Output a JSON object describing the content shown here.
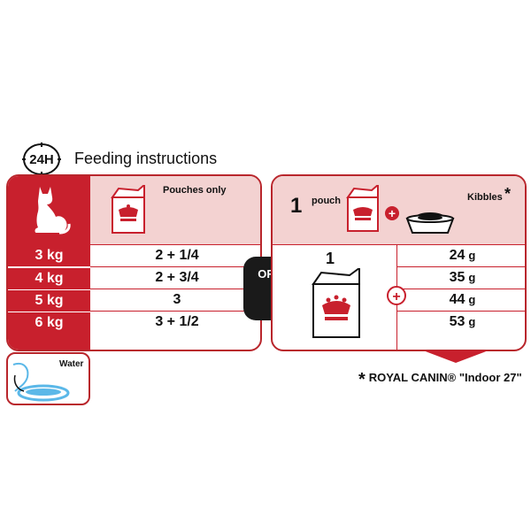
{
  "header": {
    "clock_label": "24H",
    "title": "Feeding instructions"
  },
  "left_panel": {
    "pouches_label": "Pouches only",
    "rows": [
      {
        "weight": "3 kg",
        "amount": "2 + 1/4"
      },
      {
        "weight": "4 kg",
        "amount": "2 + 3/4"
      },
      {
        "weight": "5 kg",
        "amount": "3"
      },
      {
        "weight": "6 kg",
        "amount": "3 + 1/2"
      }
    ]
  },
  "or_label": "OR",
  "right_panel": {
    "pouch_count": "1",
    "pouch_label": "pouch",
    "kibbles_label": "Kibbles",
    "kibbles_star": "*",
    "pouch_big_count": "1",
    "rows": [
      {
        "value": "24",
        "unit": "g"
      },
      {
        "value": "35",
        "unit": "g"
      },
      {
        "value": "44",
        "unit": "g"
      },
      {
        "value": "53",
        "unit": "g"
      }
    ]
  },
  "water": {
    "label": "Water"
  },
  "footnote": {
    "star": "*",
    "text": "ROYAL CANIN® \"Indoor 27\""
  },
  "colors": {
    "brand_red": "#c8202d",
    "pink": "#f3d2d1",
    "dark": "#1a1a1a",
    "water_blue": "#5bb8e8"
  }
}
